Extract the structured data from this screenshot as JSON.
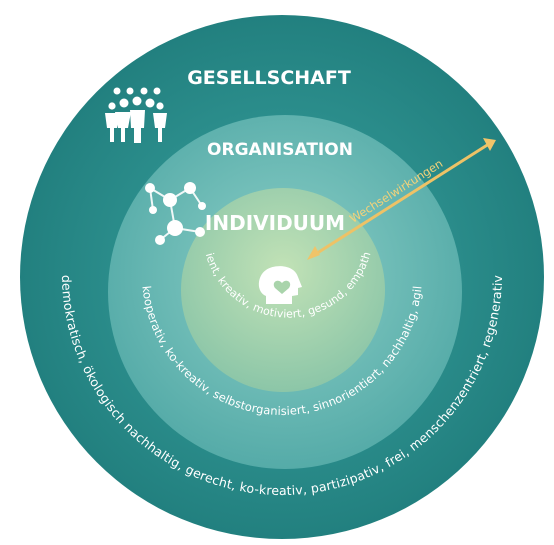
{
  "rings": {
    "outer": {
      "title": "GESELLSCHAFT",
      "attributes": "demokratisch, ökologisch nachhaltig, gerecht, ko-kreativ, partizipativ, frei, menschenzentriert, regenerativ"
    },
    "middle": {
      "title": "ORGANISATION",
      "attributes": "kooperativ, ko-kreativ, selbstorganisiert, sinnorientiert, nachhaltig, agil"
    },
    "inner": {
      "title": "INDIVIDUUM",
      "attributes": "resilient, kreativ, motiviert, gesund, empathisch"
    }
  },
  "arrow": {
    "label": "Wechselwirkungen"
  },
  "icons": {
    "society": "people-group-icon",
    "organisation": "network-nodes-icon",
    "individual": "head-heart-icon"
  },
  "colors": {
    "outer": "#2b8f8d",
    "middle": "#72bdb8",
    "inner": "#a9d4ab",
    "arrow": "#f0c469",
    "text": "#ffffff"
  }
}
